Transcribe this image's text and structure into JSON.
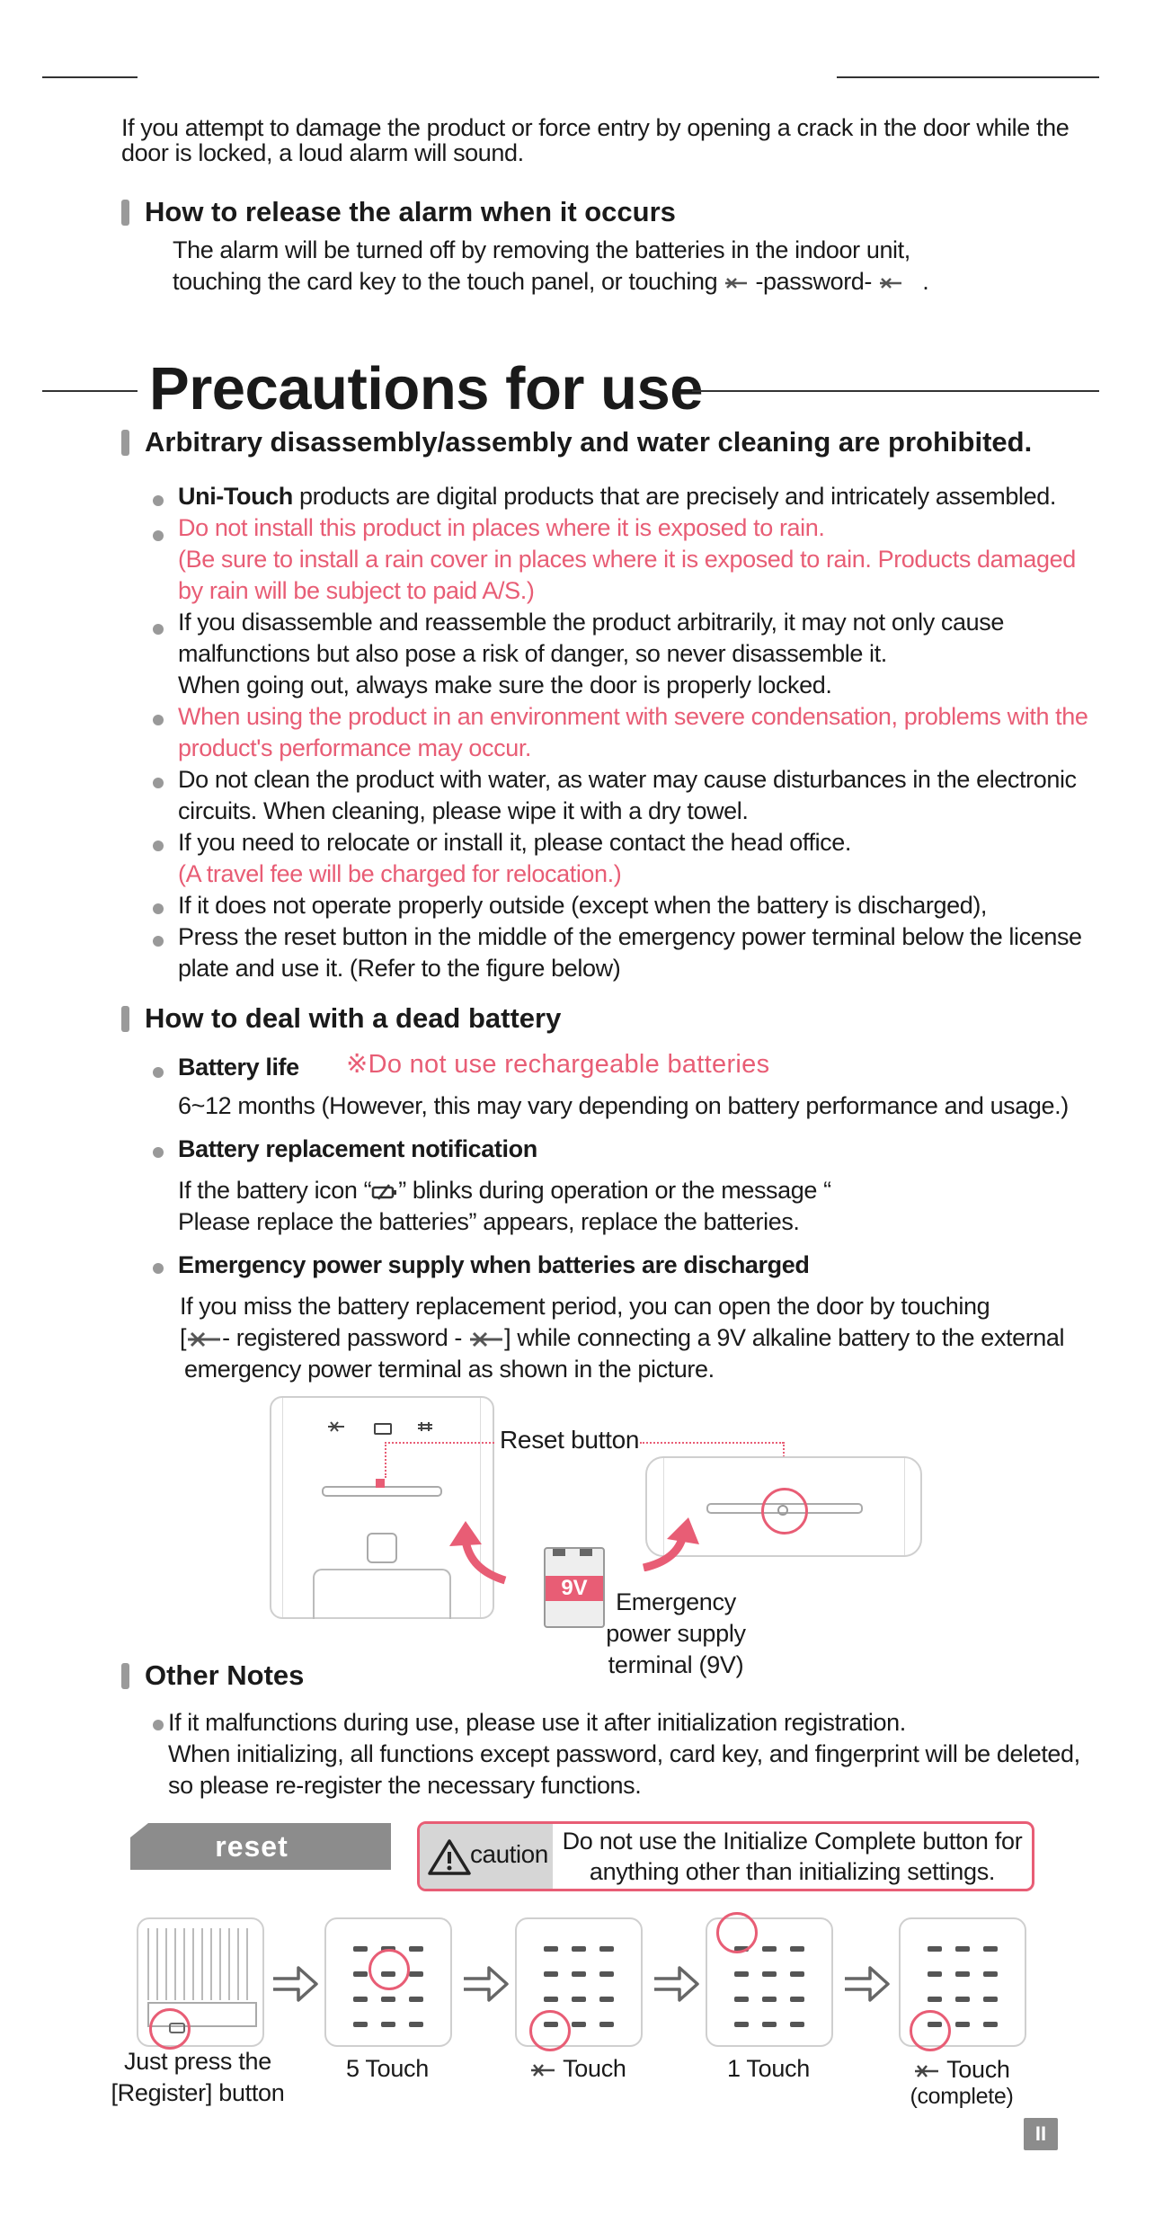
{
  "intro": {
    "text": "If you attempt to damage the product or force entry by opening a crack in the door while the door is locked, a loud alarm will sound."
  },
  "alarm": {
    "heading": "How to release the alarm when it occurs",
    "line1": "The alarm will be turned off by removing the batteries in the indoor unit,",
    "line2_a": "touching the card key to the touch panel, or touching",
    "line2_b": "-password-",
    "line2_c": "."
  },
  "precautions": {
    "title": "Precautions for use",
    "heading": "Arbitrary disassembly/assembly and water cleaning are prohibited.",
    "items": [
      {
        "bold": "Uni-Touch",
        "text": " products are digital products that are precisely and intricately assembled."
      },
      {
        "text": "Do not install this product in places where it is exposed to rain.",
        "pink": true
      },
      {
        "text": "(Be sure to install a rain cover in places where it is exposed to rain. Products damaged",
        "pink": true
      },
      {
        "text": "by rain will be subject to paid A/S.)",
        "pink": true
      },
      {
        "text": "If you disassemble and reassemble the product arbitrarily, it may not only cause"
      },
      {
        "text": "malfunctions but also pose a risk of danger, so never disassemble it."
      },
      {
        "text": "When going out, always make sure the door is properly locked."
      },
      {
        "text": "When using the product in an environment with severe condensation, problems with the",
        "pink": true
      },
      {
        "text": "product's performance may occur.",
        "pink": true
      },
      {
        "text": "Do not clean the product with water, as water may cause disturbances in the electronic"
      },
      {
        "text": "circuits. When cleaning, please wipe it with a dry towel."
      },
      {
        "text": "If you need to relocate or install it, please contact the head office."
      },
      {
        "text": "(A travel fee will be charged for relocation.)",
        "pink": true
      },
      {
        "text": "If it does not operate properly outside (except when the battery is discharged),"
      },
      {
        "text": "Press the reset button in the middle of the emergency power terminal below the license"
      },
      {
        "text": "plate and use it. (Refer to the figure below)"
      }
    ]
  },
  "battery": {
    "heading": "How to deal with a dead battery",
    "life_title": "Battery life",
    "life_warning": "※Do not use rechargeable batteries",
    "life_text": "6~12 months (However, this may vary depending on battery performance and usage.)",
    "notice_title": "Battery replacement notification",
    "notice_line1_a": "If the battery icon “",
    "notice_line1_b": "” blinks during operation or the message “",
    "notice_line2": "Please replace the batteries” appears, replace the batteries.",
    "emerg_title": "Emergency power supply when batteries are discharged",
    "emerg_line1": "If you miss the battery replacement period, you can open the door by touching",
    "emerg_line2_a": "[",
    "emerg_line2_b": "- registered password -",
    "emerg_line2_c": "] while connecting a 9V alkaline battery to the external",
    "emerg_line3": "emergency power terminal as shown in the picture."
  },
  "figure": {
    "reset_label": "Reset button",
    "battery_label": "9V",
    "terminal_label_1": "Emergency",
    "terminal_label_2": "power supply",
    "terminal_label_3": "terminal (9V)"
  },
  "notes": {
    "heading": "Other Notes",
    "line1": "If it malfunctions during use, please use it after initialization registration.",
    "line2": "When initializing, all functions except password, card key, and fingerprint will be deleted,",
    "line3": "so please re-register the necessary functions."
  },
  "reset": {
    "tab": "reset",
    "caution_label": "caution",
    "caution_line1": "Do not use the Initialize Complete button for",
    "caution_line2": "anything other than initializing settings.",
    "steps": [
      {
        "line1": "Just press the",
        "line2": "[Register] button"
      },
      {
        "line1": "5 Touch"
      },
      {
        "line1": "Touch"
      },
      {
        "line1": "1 Touch"
      },
      {
        "line1": "Touch",
        "line2": "(complete)"
      }
    ]
  },
  "page_badge": "II",
  "colors": {
    "accent": "#e85d75",
    "gray": "#8c8c8c"
  }
}
